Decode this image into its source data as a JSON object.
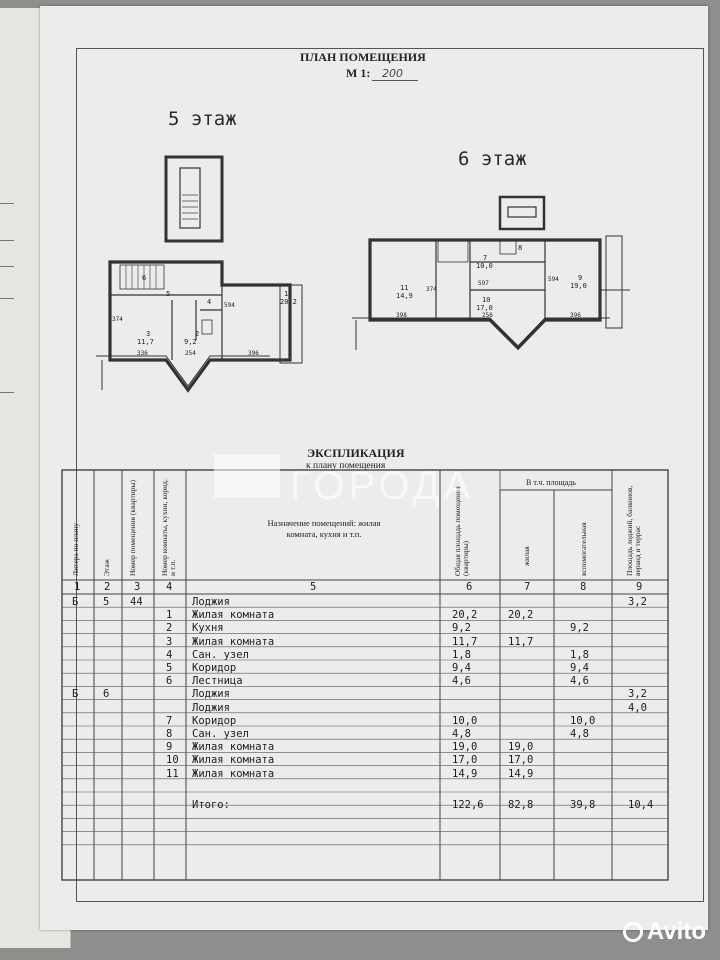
{
  "plan": {
    "title": "ПЛАН ПОМЕЩЕНИЯ",
    "scale_label": "М 1:",
    "scale_value": "200"
  },
  "floors": [
    {
      "label": "5 этаж",
      "rooms": [
        {
          "num": "1",
          "area": "20,2"
        },
        {
          "num": "2",
          "area": "9,2"
        },
        {
          "num": "3",
          "area": "11,7"
        },
        {
          "num": "4",
          "area": ""
        },
        {
          "num": "5",
          "area": ""
        },
        {
          "num": "6",
          "area": ""
        }
      ],
      "dims": [
        "336",
        "254",
        "396",
        "374",
        "594"
      ]
    },
    {
      "label": "6 этаж",
      "rooms": [
        {
          "num": "7",
          "area": "10,0"
        },
        {
          "num": "8",
          "area": ""
        },
        {
          "num": "9",
          "area": "19,0"
        },
        {
          "num": "10",
          "area": "17,0"
        },
        {
          "num": "11",
          "area": "14,9"
        }
      ],
      "dims": [
        "398",
        "256",
        "396",
        "374",
        "594",
        "597"
      ]
    }
  ],
  "expl": {
    "title": "ЭКСПЛИКАЦИЯ",
    "subtitle": "к плану помещения",
    "group_header": "В т.ч. площадь",
    "headers": [
      "Литера по плану",
      "Этаж",
      "Номер помещения (квартиры)",
      "Номер комнаты, кухни, корид. и т.п.",
      "Назначение помещений: жилая комната, кухня и т.п.",
      "Общая площадь помещения (квартиры)",
      "жилая",
      "вспомогательная",
      "Площадь лоджий, балконов, веранд и террас"
    ],
    "col_numbers": [
      "1",
      "2",
      "3",
      "4",
      "5",
      "6",
      "7",
      "8",
      "9"
    ],
    "rows": [
      [
        "Б",
        "5",
        "44",
        "",
        "Лоджия",
        "",
        "",
        "",
        "3,2"
      ],
      [
        "",
        "",
        "",
        "1",
        "Жилая комната",
        "20,2",
        "20,2",
        "",
        ""
      ],
      [
        "",
        "",
        "",
        "2",
        "Кухня",
        "9,2",
        "",
        "9,2",
        ""
      ],
      [
        "",
        "",
        "",
        "3",
        "Жилая комната",
        "11,7",
        "11,7",
        "",
        ""
      ],
      [
        "",
        "",
        "",
        "4",
        "Сан. узел",
        "1,8",
        "",
        "1,8",
        ""
      ],
      [
        "",
        "",
        "",
        "5",
        "Коридор",
        "9,4",
        "",
        "9,4",
        ""
      ],
      [
        "",
        "",
        "",
        "6",
        "Лестница",
        "4,6",
        "",
        "4,6",
        ""
      ],
      [
        "Б",
        "6",
        "",
        "",
        "Лоджия",
        "",
        "",
        "",
        "3,2"
      ],
      [
        "",
        "",
        "",
        "",
        "Лоджия",
        "",
        "",
        "",
        "4,0"
      ],
      [
        "",
        "",
        "",
        "7",
        "Коридор",
        "10,0",
        "",
        "10,0",
        ""
      ],
      [
        "",
        "",
        "",
        "8",
        "Сан. узел",
        "4,8",
        "",
        "4,8",
        ""
      ],
      [
        "",
        "",
        "",
        "9",
        "Жилая комната",
        "19,0",
        "19,0",
        "",
        ""
      ],
      [
        "",
        "",
        "",
        "10",
        "Жилая комната",
        "17,0",
        "17,0",
        "",
        ""
      ],
      [
        "",
        "",
        "",
        "11",
        "Жилая комната",
        "14,9",
        "14,9",
        "",
        ""
      ],
      [
        "",
        "",
        "",
        "",
        "",
        "",
        "",
        "",
        ""
      ],
      [
        "",
        "",
        "",
        "",
        "Итого:",
        "122,6",
        "82,8",
        "39,8",
        "10,4"
      ]
    ]
  },
  "watermark": "ГОРОДА",
  "logo": "Avito"
}
